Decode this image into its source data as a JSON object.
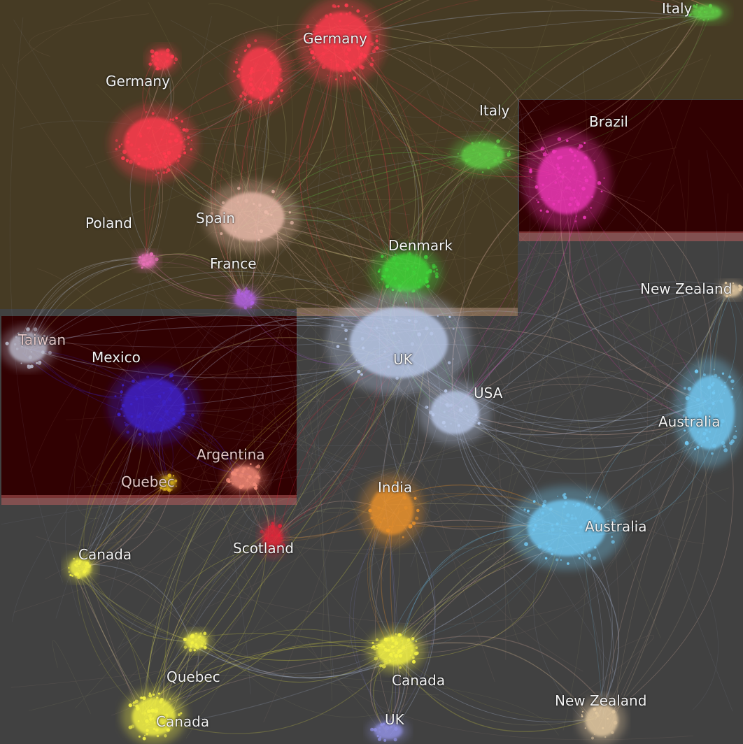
{
  "colors": {
    "background": "#414141",
    "region_olive": "#473b23",
    "region_maroon": "#310102",
    "highlight_band": "#b85c5c",
    "germany": "#ff3b4e",
    "brazil": "#ee38b7",
    "italy": "#5fcc45",
    "denmark": "#3fd43a",
    "australia": "#72c8f2",
    "canada": "#f4f245",
    "mexico": "#3e22c8",
    "argentina": "#f08a76",
    "scotland": "#e0253a",
    "india": "#e8902a",
    "uk": "#8f8fe0",
    "taiwan": "#b8b8c8",
    "new_zealand": "#e4c9a0",
    "poland": "#e870b8",
    "france": "#b060e0",
    "quebec": "#e8c020",
    "edge_warm": "#e9b9a9",
    "edge_cool": "#b9c8e9",
    "edge_yellow": "#dcd98a"
  },
  "clusters": [
    {
      "id": "germany-top",
      "label": "Germany",
      "color": "germany"
    },
    {
      "id": "germany-mid",
      "label": "",
      "color": "germany"
    },
    {
      "id": "germany-left",
      "label": "Germany",
      "color": "germany"
    },
    {
      "id": "germany-small",
      "label": "",
      "color": "germany"
    },
    {
      "id": "italy-top",
      "label": "Italy",
      "color": "italy"
    },
    {
      "id": "italy-mid",
      "label": "Italy",
      "color": "italy"
    },
    {
      "id": "brazil",
      "label": "Brazil",
      "color": "brazil"
    },
    {
      "id": "poland",
      "label": "Poland",
      "color": "poland"
    },
    {
      "id": "spain",
      "label": "Spain",
      "color": "edge_warm"
    },
    {
      "id": "france",
      "label": "France",
      "color": "france"
    },
    {
      "id": "denmark",
      "label": "Denmark",
      "color": "denmark"
    },
    {
      "id": "new-zealand-top",
      "label": "New Zealand",
      "color": "new_zealand"
    },
    {
      "id": "taiwan",
      "label": "Taiwan",
      "color": "taiwan"
    },
    {
      "id": "mexico",
      "label": "Mexico",
      "color": "mexico"
    },
    {
      "id": "uk-mid",
      "label": "UK",
      "color": "edge_cool"
    },
    {
      "id": "usa",
      "label": "USA",
      "color": "edge_cool"
    },
    {
      "id": "australia-right",
      "label": "Australia",
      "color": "australia"
    },
    {
      "id": "argentina",
      "label": "Argentina",
      "color": "argentina"
    },
    {
      "id": "quebec-mid",
      "label": "Quebec",
      "color": "quebec"
    },
    {
      "id": "india",
      "label": "India",
      "color": "india"
    },
    {
      "id": "australia-mid",
      "label": "Australia",
      "color": "australia"
    },
    {
      "id": "canada-left",
      "label": "Canada",
      "color": "canada"
    },
    {
      "id": "scotland",
      "label": "Scotland",
      "color": "scotland"
    },
    {
      "id": "quebec-low",
      "label": "Quebec",
      "color": "canada"
    },
    {
      "id": "canada-bottom-mid",
      "label": "Canada",
      "color": "canada"
    },
    {
      "id": "new-zealand-bottom",
      "label": "New Zealand",
      "color": "new_zealand"
    },
    {
      "id": "canada-bottom-left",
      "label": "Canada",
      "color": "canada"
    },
    {
      "id": "uk-bottom",
      "label": "UK",
      "color": "uk"
    }
  ],
  "links": [
    [
      "germany-top",
      "germany-mid"
    ],
    [
      "germany-top",
      "germany-left"
    ],
    [
      "germany-top",
      "italy-top"
    ],
    [
      "germany-top",
      "denmark"
    ],
    [
      "germany-top",
      "spain"
    ],
    [
      "germany-top",
      "brazil"
    ],
    [
      "germany-left",
      "poland"
    ],
    [
      "germany-left",
      "spain"
    ],
    [
      "germany-mid",
      "spain"
    ],
    [
      "germany-mid",
      "france"
    ],
    [
      "germany-small",
      "germany-left"
    ],
    [
      "germany-top",
      "uk-mid"
    ],
    [
      "italy-mid",
      "denmark"
    ],
    [
      "italy-mid",
      "italy-top"
    ],
    [
      "italy-mid",
      "brazil"
    ],
    [
      "italy-mid",
      "spain"
    ],
    [
      "spain",
      "france"
    ],
    [
      "spain",
      "denmark"
    ],
    [
      "spain",
      "uk-mid"
    ],
    [
      "france",
      "uk-mid"
    ],
    [
      "poland",
      "france"
    ],
    [
      "denmark",
      "uk-mid"
    ],
    [
      "denmark",
      "usa"
    ],
    [
      "uk-mid",
      "usa"
    ],
    [
      "uk-mid",
      "mexico"
    ],
    [
      "uk-mid",
      "india"
    ],
    [
      "uk-mid",
      "australia-right"
    ],
    [
      "uk-mid",
      "taiwan"
    ],
    [
      "usa",
      "australia-right"
    ],
    [
      "usa",
      "australia-mid"
    ],
    [
      "usa",
      "new-zealand-top"
    ],
    [
      "australia-right",
      "new-zealand-top"
    ],
    [
      "australia-right",
      "australia-mid"
    ],
    [
      "australia-mid",
      "new-zealand-bottom"
    ],
    [
      "australia-mid",
      "canada-bottom-mid"
    ],
    [
      "india",
      "canada-bottom-mid"
    ],
    [
      "india",
      "scotland"
    ],
    [
      "india",
      "australia-mid"
    ],
    [
      "mexico",
      "argentina"
    ],
    [
      "mexico",
      "quebec-mid"
    ],
    [
      "mexico",
      "taiwan"
    ],
    [
      "argentina",
      "scotland"
    ],
    [
      "quebec-mid",
      "canada-left"
    ],
    [
      "canada-left",
      "quebec-low"
    ],
    [
      "canada-left",
      "canada-bottom-left"
    ],
    [
      "quebec-low",
      "canada-bottom-left"
    ],
    [
      "quebec-low",
      "canada-bottom-mid"
    ],
    [
      "canada-bottom-left",
      "canada-bottom-mid"
    ],
    [
      "canada-bottom-mid",
      "uk-bottom"
    ],
    [
      "canada-bottom-mid",
      "australia-mid"
    ],
    [
      "canada-bottom-mid",
      "new-zealand-bottom"
    ],
    [
      "canada-bottom-left",
      "scotland"
    ],
    [
      "canada-bottom-left",
      "uk-mid"
    ],
    [
      "canada-left",
      "mexico"
    ],
    [
      "scotland",
      "uk-mid"
    ],
    [
      "uk-bottom",
      "india"
    ],
    [
      "brazil",
      "australia-right"
    ],
    [
      "brazil",
      "usa"
    ],
    [
      "taiwan",
      "poland"
    ],
    [
      "new-zealand-bottom",
      "australia-right"
    ]
  ]
}
